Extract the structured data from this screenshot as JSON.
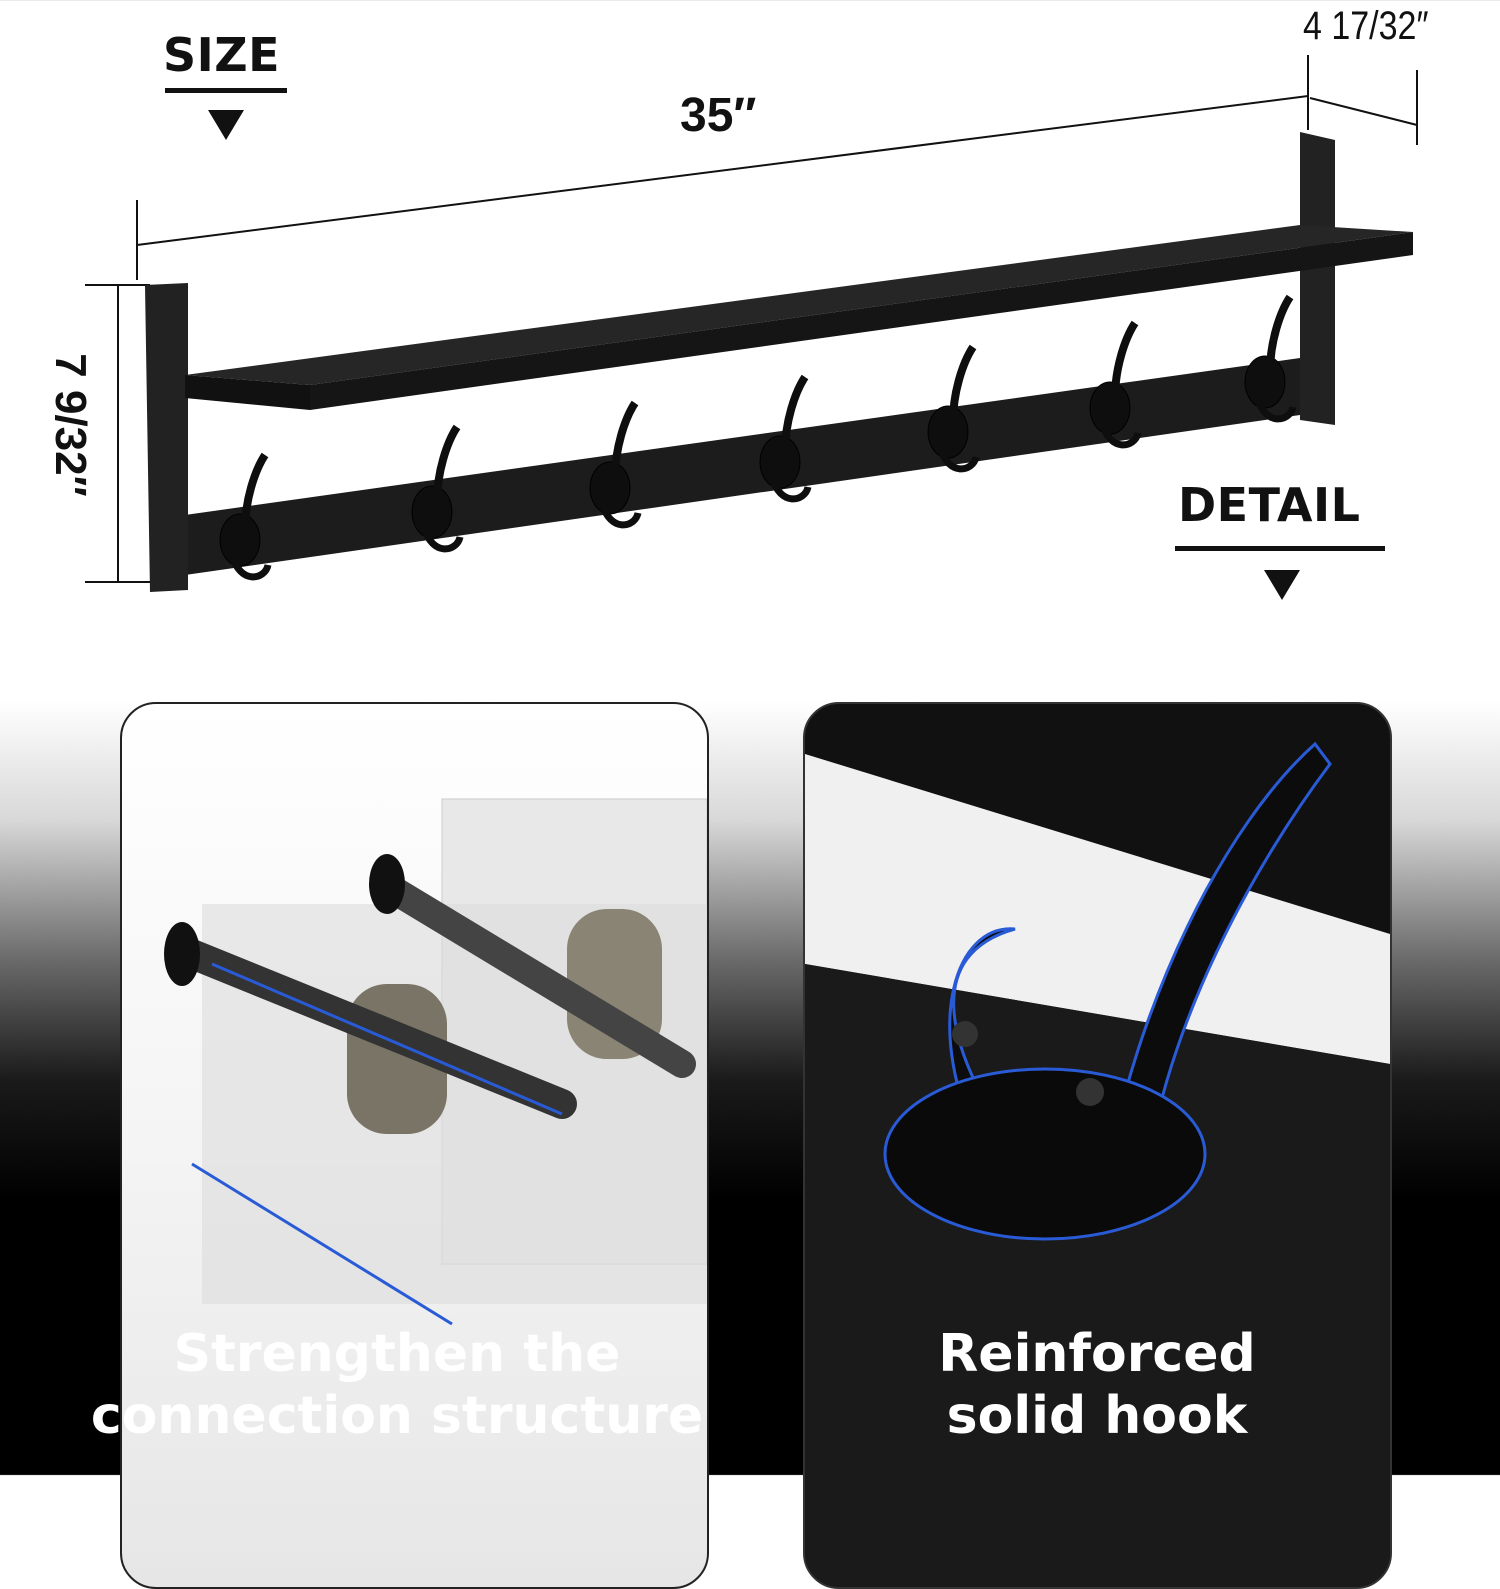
{
  "size_section": {
    "heading": "SIZE"
  },
  "dimensions": {
    "width": "35″",
    "depth": "4 17/32″",
    "height": "7 9/32″"
  },
  "detail_section": {
    "heading": "DETAIL"
  },
  "features": [
    {
      "caption_line1": "Strengthen the",
      "caption_line2": "connection structure"
    },
    {
      "caption_line1": "Reinforced",
      "caption_line2": "solid hook"
    }
  ],
  "colors": {
    "product": "#1c1c1c",
    "accent_line": "#2a5bd7"
  }
}
